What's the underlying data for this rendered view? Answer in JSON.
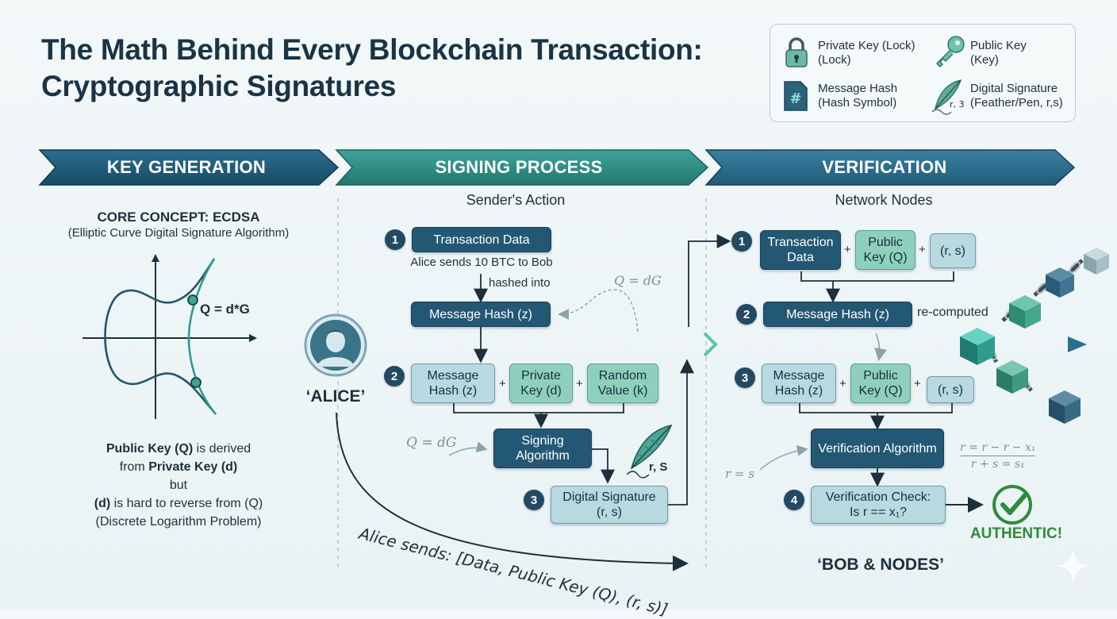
{
  "title": {
    "line1": "The Math Behind Every Blockchain Transaction:",
    "line2": "Cryptographic Signatures"
  },
  "legend": {
    "items": [
      {
        "icon": "lock-icon",
        "line1": "Private Key (Lock)",
        "line2": "(Lock)"
      },
      {
        "icon": "key-icon",
        "line1": "Public Key",
        "line2": "(Key)"
      },
      {
        "icon": "hash-icon",
        "line1": "Message Hash",
        "line2": "(Hash Symbol)"
      },
      {
        "icon": "feather-icon",
        "line1": "Digital Signature",
        "line2": "(Feather/Pen, r,s)",
        "icon_text": "r, 3"
      }
    ]
  },
  "stages": {
    "key_generation": "KEY GENERATION",
    "signing": "SIGNING PROCESS",
    "verification": "VERIFICATION"
  },
  "key_generation": {
    "concept_title": "CORE CONCEPT: ECDSA",
    "concept_sub": "(Elliptic Curve Digital Signature Algorithm)",
    "curve_label": "Q = d*G",
    "expl": {
      "l1a": "Public Key (Q)",
      "l1b": " is derived",
      "l2a": "from ",
      "l2b": "Private Key (d)",
      "l3": "but",
      "l4a": "(d)",
      "l4b": " is hard to reverse from (Q)",
      "l5": "(Discrete Logarithm Problem)"
    }
  },
  "signing": {
    "header": "Sender's Action",
    "step1": {
      "num": "1",
      "label": "Transaction Data",
      "note": "Alice sends 10 BTC to Bob",
      "hashed": "hashed into"
    },
    "hash_box": "Message Hash (z)",
    "step2": {
      "num": "2",
      "a": "Message Hash (z)",
      "b": "Private Key (d)",
      "c": "Random Value (k)"
    },
    "algorithm": "Signing Algorithm",
    "step3": {
      "num": "3",
      "label": "Digital Signature",
      "sub": "(r, s)"
    },
    "feather_label": "r, S",
    "alice": "‘ALICE’",
    "sends": "Alice sends: [Data, Public Key (Q), (r, s)]",
    "math1": "Q = dG",
    "math2": "Q = dG",
    "plus": "+"
  },
  "verification": {
    "header": "Network Nodes",
    "step1": {
      "num": "1",
      "a": "Transaction Data",
      "b": "Public Key (Q)",
      "c": "(r, s)"
    },
    "step2": {
      "num": "2",
      "label": "Message Hash (z)",
      "note": "re-computed"
    },
    "step3": {
      "num": "3",
      "a": "Message Hash (z)",
      "b": "Public Key (Q)",
      "c": "(r, s)"
    },
    "algorithm": "Verification Algorithm",
    "step4": {
      "num": "4",
      "line1": "Verification Check:",
      "line2": "Is r == x₁?"
    },
    "result": "AUTHENTIC!",
    "bob": "‘BOB & NODES’",
    "math_left": "r = s",
    "math_top": "r = r − r − x₁",
    "math_bottom": "r + s = s₁"
  },
  "colors": {
    "banner_key": "#1f5a78",
    "banner_sign": "#2f8f8a",
    "banner_verify": "#2a6d8f",
    "dark_box": "#235874",
    "light_box": "#b7d9df",
    "green_box": "#8fd0bd",
    "authentic": "#2e8b3a"
  }
}
